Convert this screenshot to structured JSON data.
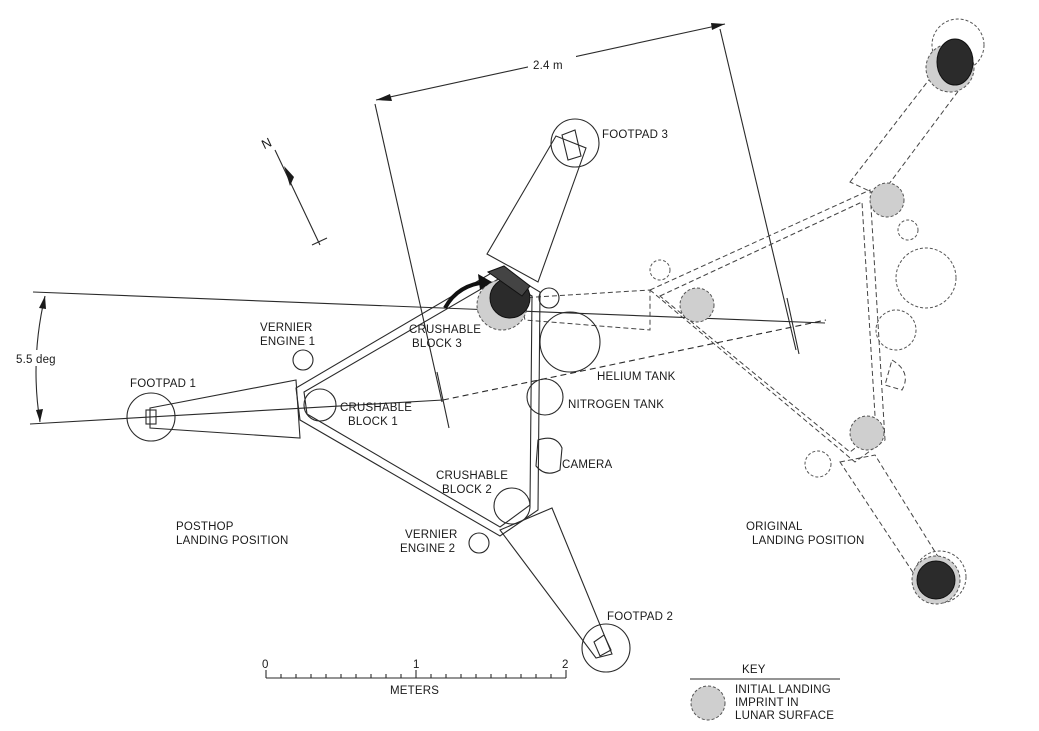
{
  "labels": {
    "footpad1": "FOOTPAD  1",
    "footpad2": "FOOTPAD  2",
    "footpad3": "FOOTPAD  3",
    "vernier1_a": "VERNIER",
    "vernier1_b": "ENGINE 1",
    "vernier2_a": "VERNIER",
    "vernier2_b": "ENGINE 2",
    "crush1_a": "CRUSHABLE",
    "crush1_b": "BLOCK 1",
    "crush2_a": "CRUSHABLE",
    "crush2_b": "BLOCK 2",
    "crush3_a": "CRUSHABLE",
    "crush3_b": "BLOCK 3",
    "helium": "HELIUM TANK",
    "nitrogen": "NITROGEN TANK",
    "camera": "CAMERA",
    "posthop_a": "POSTHOP",
    "posthop_b": "LANDING POSITION",
    "original_a": "ORIGINAL",
    "original_b": "LANDING POSITION",
    "distance": "2.4 m",
    "angle": "5.5 deg",
    "north": "N"
  },
  "scale": {
    "ticks": [
      "0",
      "1",
      "2"
    ],
    "unit": "METERS"
  },
  "key": {
    "title": "KEY",
    "line1": "INITIAL LANDING",
    "line2": "IMPRINT IN",
    "line3": "LUNAR SURFACE"
  },
  "colors": {
    "ink": "#2a2a2a",
    "imprint_fill": "#cfcfcf",
    "imprint_dark": "#2b2b2b"
  }
}
